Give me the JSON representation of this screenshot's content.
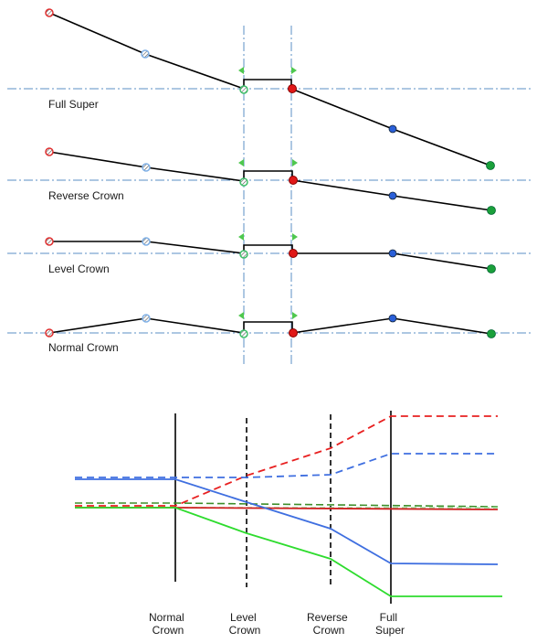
{
  "colors": {
    "guide": "#5b8fc6",
    "profile": "#000000",
    "edge_left": "#e03030",
    "edge_left_center": "#7fb0e6",
    "pivot_left": "#3fbf6a",
    "pivot_right": "#e01818",
    "edge_right_center": "#2a5fd8",
    "edge_right": "#1aa03a",
    "flag": "#4fc84f",
    "red": "#e82020",
    "blue": "#3f6fe0",
    "green": "#2edc2e",
    "olive": "#3e8e2a",
    "dark_red": "#d02020"
  },
  "sections": [
    {
      "label": "Full Super"
    },
    {
      "label": "Reverse Crown"
    },
    {
      "label": "Level Crown"
    },
    {
      "label": "Normal Crown"
    }
  ],
  "transitions": [
    {
      "line1": "Normal",
      "line2": "Crown"
    },
    {
      "line1": "Level",
      "line2": "Crown"
    },
    {
      "line1": "Reverse",
      "line2": "Crown"
    },
    {
      "line1": "Full",
      "line2": "Super"
    }
  ]
}
